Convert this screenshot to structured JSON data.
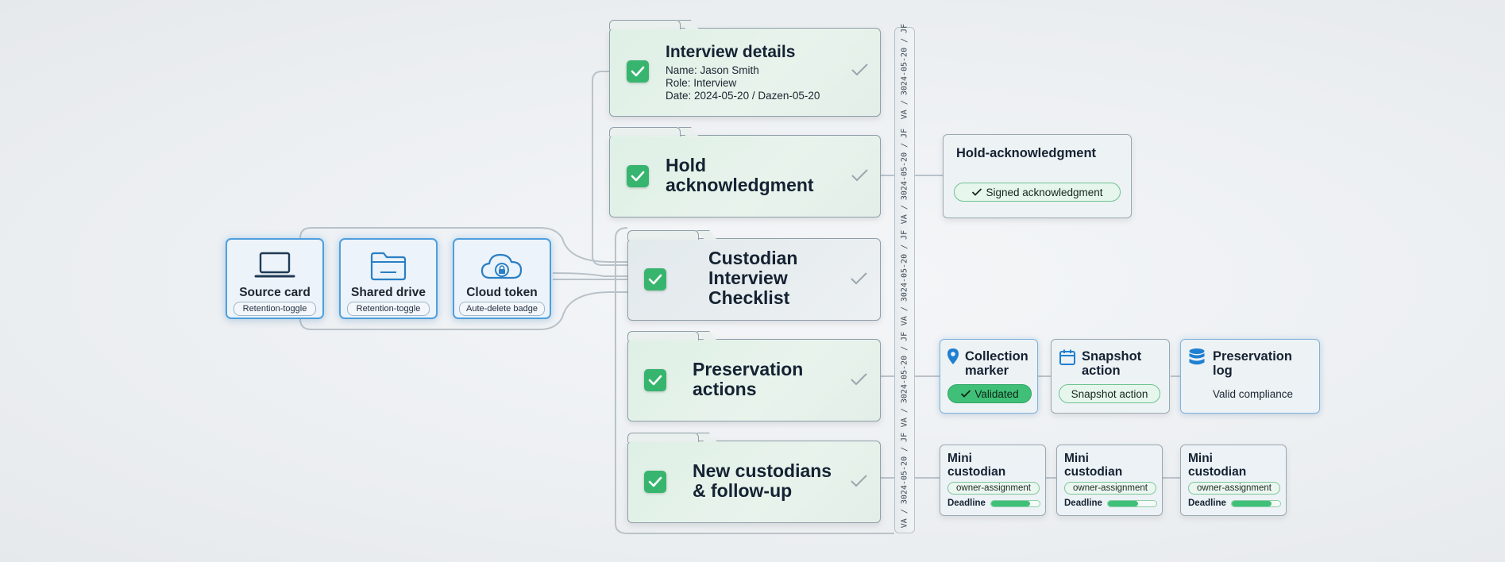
{
  "sources": [
    {
      "icon": "laptop-icon",
      "title": "Source card",
      "chip": "Retention-toggle"
    },
    {
      "icon": "folder-drive-icon",
      "title": "Shared drive",
      "chip": "Retention-toggle"
    },
    {
      "icon": "cloud-lock-icon",
      "title": "Cloud token",
      "chip": "Aute-delete badge"
    }
  ],
  "folders": {
    "interview": {
      "title": "Interview details",
      "name_line": "Name: Jason Smith",
      "role_line": "Role: Interview",
      "date_line": "Date: 2024-05-20 / Dazen-05-20"
    },
    "hold": {
      "title_line1": "Hold",
      "title_line2": "acknowledgment"
    },
    "checklist": {
      "title_line1": "Custodian",
      "title_line2": "Interview",
      "title_line3": "Checklist"
    },
    "preservation": {
      "title_line1": "Preservation",
      "title_line2": "actions"
    },
    "new_custodians": {
      "title_line1": "New custodians",
      "title_line2": "& follow-up"
    }
  },
  "strip_label": "VA / 3024-05-20 / JF",
  "hold_card": {
    "title": "Hold-acknowledgment",
    "pill": "Signed acknowledgment"
  },
  "preservation_cards": {
    "collection": {
      "title_line1": "Collection",
      "title_line2": "marker",
      "pill": "Validated"
    },
    "snapshot": {
      "title_line1": "Snapshot",
      "title_line2": "action",
      "pill": "Snapshot action"
    },
    "log": {
      "title_line1": "Preservation",
      "title_line2": "log",
      "note": "Valid compliance"
    }
  },
  "mini_custodians": [
    {
      "title_line1": "Mini",
      "title_line2": "custodian",
      "chip": "owner-assignment",
      "deadline": "Deadline",
      "progress": 0.8
    },
    {
      "title_line1": "Mini",
      "title_line2": "custodian",
      "chip": "owner-assignment",
      "deadline": "Deadline",
      "progress": 0.62
    },
    {
      "title_line1": "Mini",
      "title_line2": "custodian",
      "chip": "owner-assignment",
      "deadline": "Deadline",
      "progress": 0.82
    }
  ],
  "colors": {
    "check_green": "#37b56f",
    "accent_blue": "#4f9fdc",
    "pill_green": "#3fbf77"
  }
}
